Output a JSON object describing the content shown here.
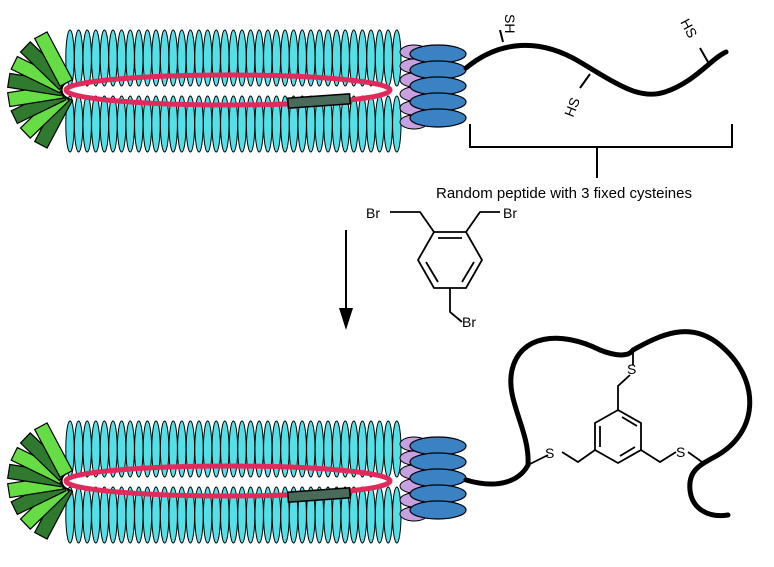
{
  "labels": {
    "peptide_caption": "Random peptide with 3 fixed cysteines",
    "thiol_groups": [
      "SH",
      "HS",
      "HS"
    ],
    "reagent_atoms": [
      "Br",
      "Br",
      "Br"
    ],
    "product_sulfurs": [
      "S",
      "S",
      "S"
    ]
  },
  "colors": {
    "coat_protein": "#55e0e8",
    "genome_loop": "#e02a5c",
    "genome_insert": "#4a6a5a",
    "cap_dark_green": "#2f7a2f",
    "cap_light_green": "#66dd44",
    "tip_blue": "#3a82c4",
    "tip_lilac": "#c7a0e0",
    "outline": "#000000"
  },
  "icons": {
    "reaction_arrow": "down-arrow-icon",
    "phage": "bacteriophage-icon"
  }
}
